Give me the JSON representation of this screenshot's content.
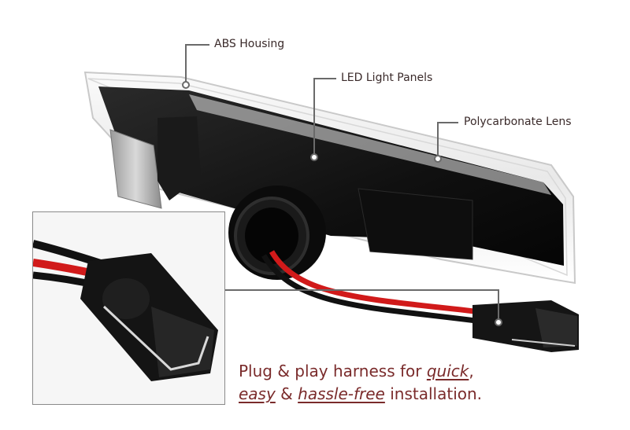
{
  "callouts": {
    "abs_housing": "ABS Housing",
    "led_panels": "LED Light Panels",
    "lens": "Polycarbonate Lens"
  },
  "tagline": {
    "part1": "Plug & play harness for ",
    "quick": "quick",
    "comma": ",",
    "easy": "easy",
    "amp": " & ",
    "hassle_free": "hassle-free",
    "end": " installation."
  },
  "colors": {
    "accent_text": "#7a2b2b",
    "callout_line": "#6a6a6a",
    "wire_red": "#d11a1a",
    "wire_black": "#111111"
  }
}
